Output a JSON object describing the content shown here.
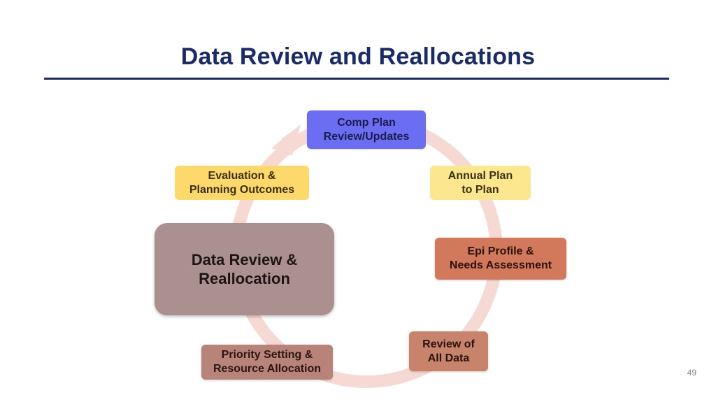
{
  "slide": {
    "title": "Data Review and Reallocations",
    "page_number": "49"
  },
  "cycle": {
    "center": "Data Review &\nReallocation",
    "nodes": {
      "comp_plan": "Comp Plan\nReview/Updates",
      "annual_plan": "Annual Plan\nto Plan",
      "epi_profile": "Epi Profile &\nNeeds Assessment",
      "review_data": "Review of\nAll Data",
      "priority_setting": "Priority Setting &\nResource Allocation",
      "evaluation": "Evaluation &\nPlanning Outcomes"
    }
  },
  "colors": {
    "title": "#1a2b6b",
    "cycle_arrow": "#f6d9d2",
    "comp_plan": "#6b6df2",
    "annual_plan": "#fde78e",
    "epi_profile": "#d2795b",
    "review_data": "#c8836b",
    "priority_setting": "#b88378",
    "evaluation": "#fdd96b",
    "center": "#aa918f"
  }
}
